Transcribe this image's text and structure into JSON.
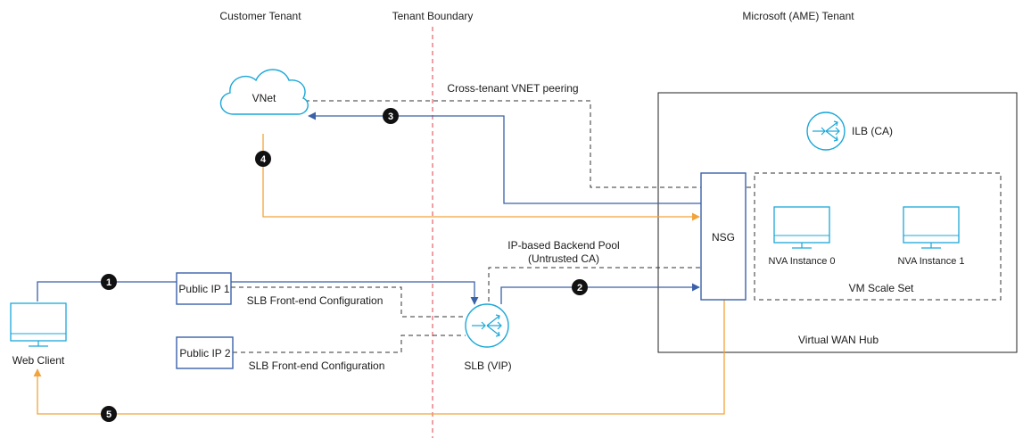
{
  "headers": {
    "customer_tenant": "Customer Tenant",
    "tenant_boundary": "Tenant Boundary",
    "microsoft_tenant": "Microsoft (AME) Tenant"
  },
  "nodes": {
    "vnet": "VNet",
    "ilb": "ILB (CA)",
    "nsg": "NSG",
    "nva0": "NVA Instance 0",
    "nva1": "NVA Instance 1",
    "vm_scale_set": "VM Scale Set",
    "virtual_wan_hub": "Virtual WAN Hub",
    "web_client": "Web Client",
    "public_ip_1": "Public IP 1",
    "public_ip_2": "Public IP 2",
    "slb": "SLB (VIP)"
  },
  "labels": {
    "cross_tenant": "Cross-tenant VNET peering",
    "backend_pool_line1": "IP-based Backend Pool",
    "backend_pool_line2": "(Untrusted CA)",
    "slb_frontend_1": "SLB Front-end Configuration",
    "slb_frontend_2": "SLB Front-end Configuration"
  },
  "steps": [
    "1",
    "2",
    "3",
    "4",
    "5"
  ],
  "colors": {
    "accent_cyan": "#1BA7D8",
    "flow_blue": "#3A62A8",
    "flow_orange": "#F2A33A",
    "boundary_red": "#E0404A",
    "dashed_gray": "#333333",
    "badge": "#111111"
  }
}
